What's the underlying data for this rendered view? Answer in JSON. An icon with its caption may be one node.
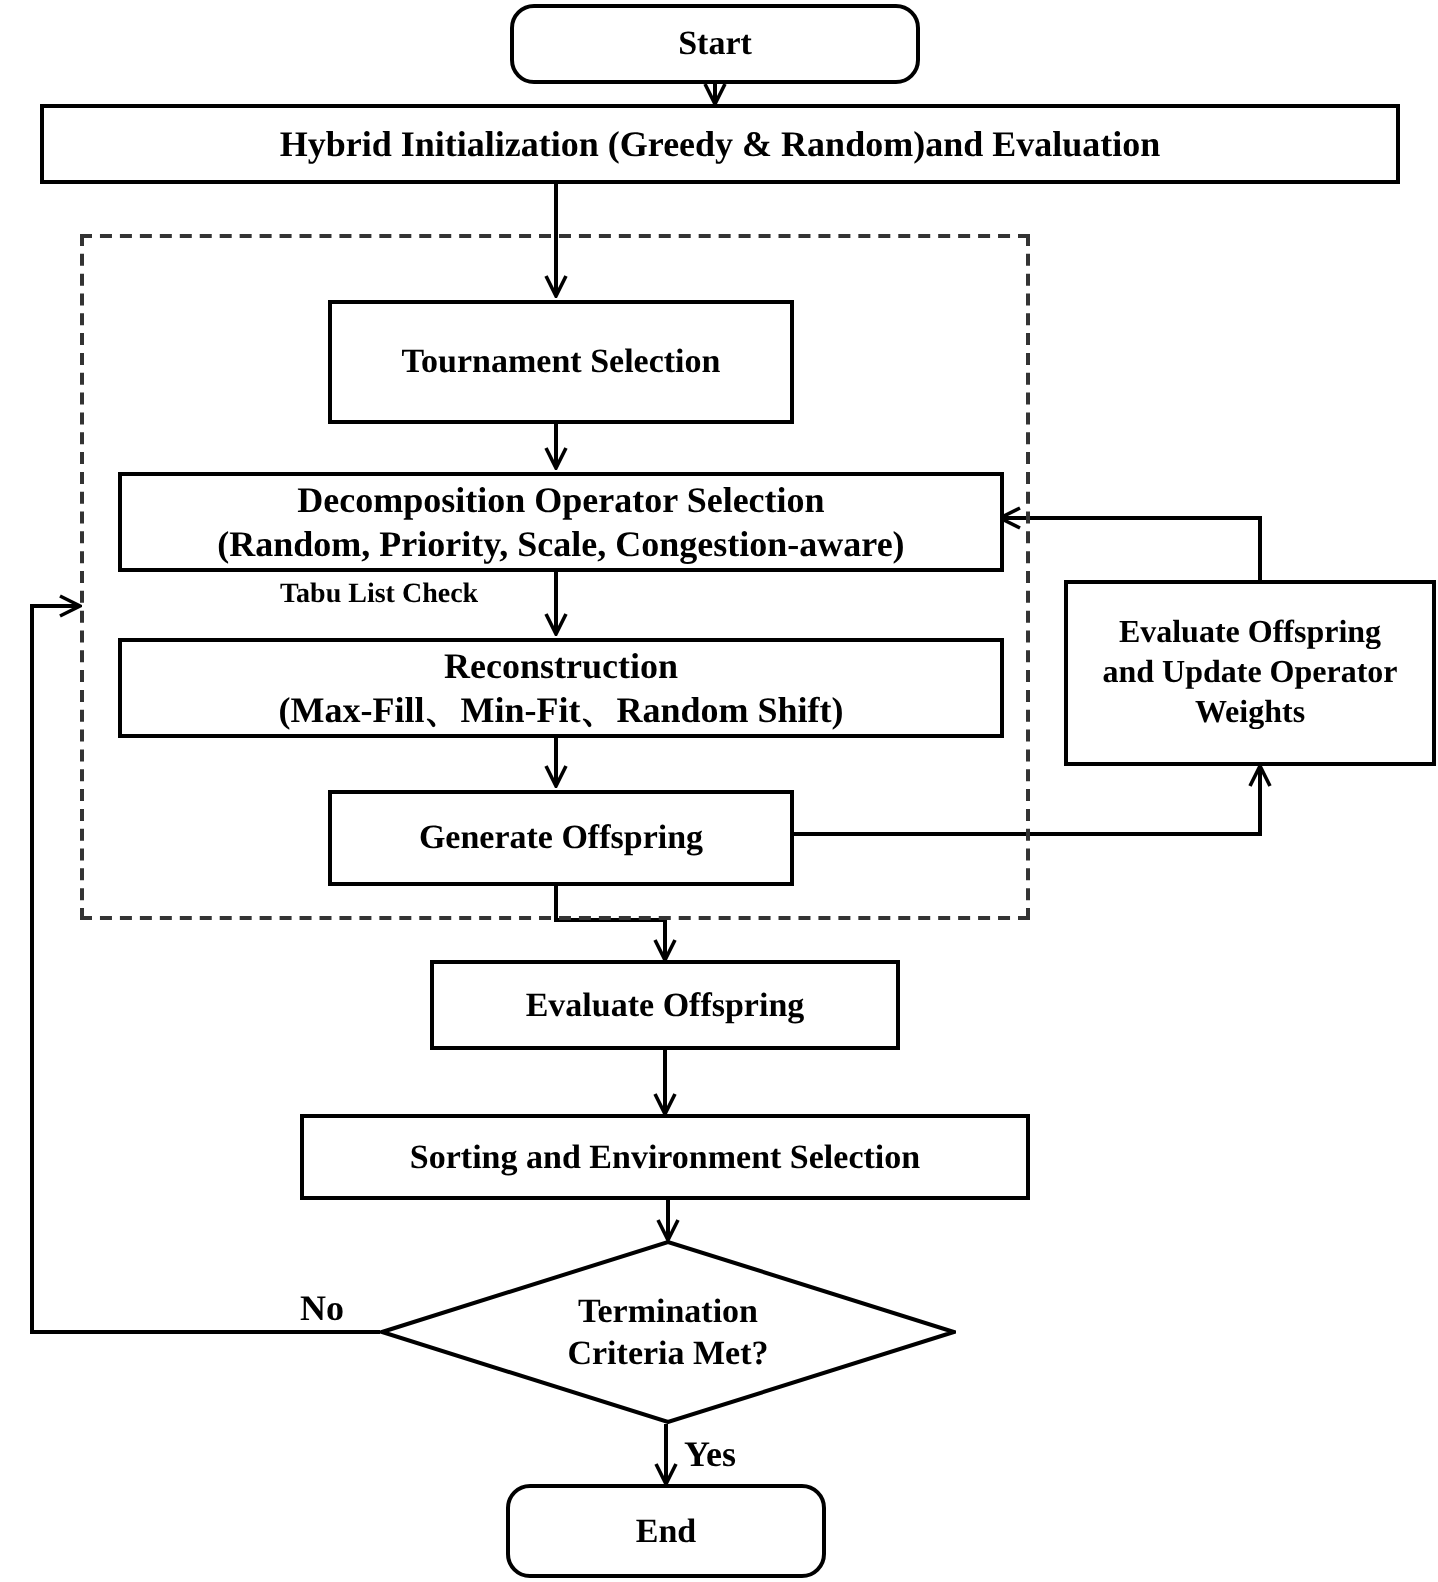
{
  "diagram": {
    "nodes": [
      {
        "text": [
          "Start"
        ]
      },
      {
        "text": [
          "Hybrid Initialization (Greedy & Random)and Evaluation"
        ]
      },
      {
        "text": [],
        "shape": "box"
      },
      {
        "text": [
          "Tournament Selection"
        ],
        "in": 2
      },
      {
        "text": [
          "Decomposition Operator Selection",
          "(Random, Priority, Scale, Congestion-aware)"
        ],
        "in": 2
      },
      {
        "text": [
          "Reconstruction",
          "(Max-Fill、Min-Fit、Random Shift)"
        ],
        "in": 2
      },
      {
        "text": [
          "Generate Offspring"
        ],
        "in": 2
      },
      {
        "text": [
          "Evaluate Offspring and Update Operator Weights"
        ]
      },
      {
        "text": [
          "Evaluate Offspring"
        ]
      },
      {
        "text": [
          "Sorting and Environment Selection"
        ]
      },
      {
        "text": [
          "Termination Criteria Met?"
        ]
      },
      {
        "text": [
          "End"
        ]
      }
    ],
    "edges": [
      {
        "from": 0,
        "to": 1,
        "arrow": "to"
      },
      {
        "from": 1,
        "to": 3,
        "arrow": "to"
      },
      {
        "from": 3,
        "to": 4,
        "arrow": "to"
      },
      {
        "from": 4,
        "to": 5,
        "arrow": "to",
        "label": "Tabu List Check"
      },
      {
        "from": 5,
        "to": 6,
        "arrow": "to"
      },
      {
        "from": 6,
        "to": 7,
        "arrow": "to"
      },
      {
        "from": 7,
        "to": 4,
        "arrow": "to"
      },
      {
        "from": 6,
        "to": 8,
        "arrow": "to"
      },
      {
        "from": 8,
        "to": 9,
        "arrow": "to"
      },
      {
        "from": 9,
        "to": 10,
        "arrow": "to"
      },
      {
        "from": 10,
        "to": 2,
        "arrow": "to",
        "label": "No"
      },
      {
        "from": 10,
        "to": 11,
        "arrow": "to",
        "label": "Yes"
      }
    ]
  }
}
